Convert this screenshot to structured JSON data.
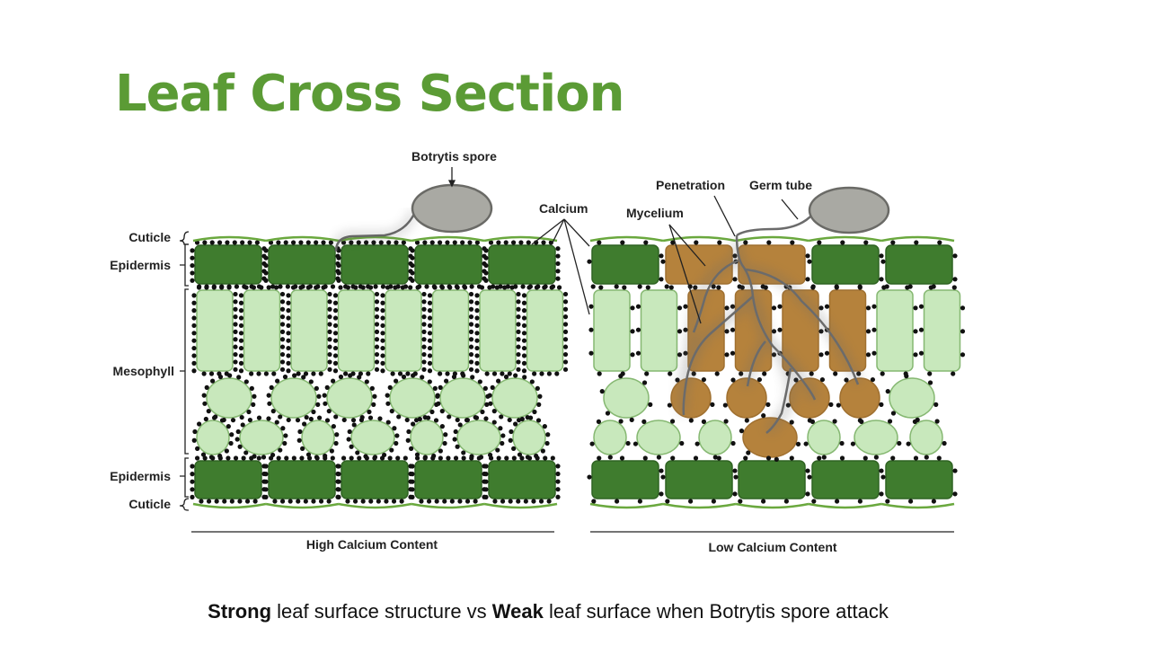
{
  "title": "Leaf Cross Section",
  "labels": {
    "botrytis_spore": "Botrytis spore",
    "calcium": "Calcium",
    "penetration": "Penetration",
    "germ_tube": "Germ tube",
    "mycelium": "Mycelium",
    "cuticle_top": "Cuticle",
    "epidermis_top": "Epidermis",
    "mesophyll": "Mesophyll",
    "epidermis_bottom": "Epidermis",
    "cuticle_bottom": "Cuticle"
  },
  "panels": {
    "left": "High Calcium Content",
    "right": "Low Calcium Content"
  },
  "caption": {
    "strong": "Strong",
    "part1": " leaf surface structure vs ",
    "weak": "Weak",
    "part2": " leaf surface when Botrytis spore attack"
  },
  "colors": {
    "title": "#5b9b35",
    "epidermis": "#3f7c2e",
    "mesophyll": "#c8e8bc",
    "infected": "#b5823c",
    "spore": "#a9a9a3",
    "cuticle": "#6aa83e"
  }
}
